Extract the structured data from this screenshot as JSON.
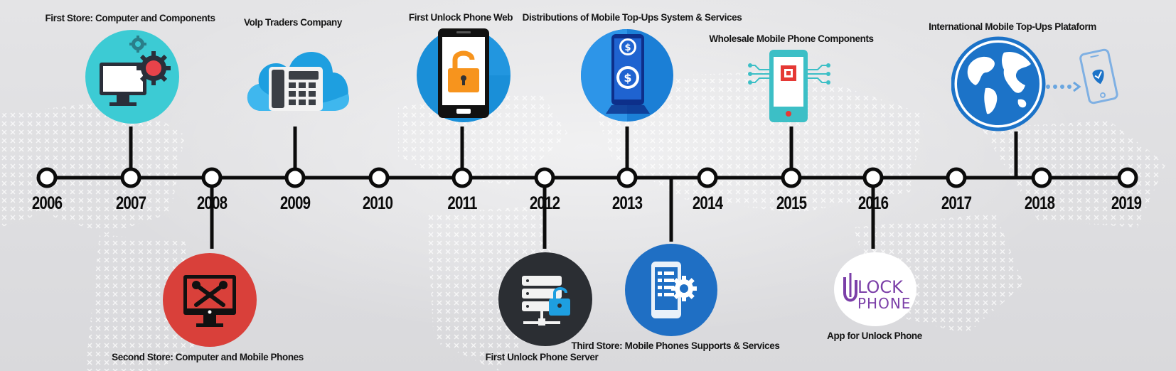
{
  "years": [
    "2006",
    "2007",
    "2008",
    "2009",
    "2010",
    "2011",
    "2012",
    "2013",
    "2014",
    "2015",
    "2016",
    "2017",
    "2018",
    "2019"
  ],
  "events": {
    "first_store": "First Store: Computer and Components",
    "second_store": "Second Store: Computer and Mobile Phones",
    "voip": "VoIp Traders Company",
    "unlock_web": "First Unlock Phone Web",
    "unlock_server": "First Unlock Phone Server",
    "topups": "Distributions of Mobile Top-Ups System & Services",
    "third_store": "Third Store: Mobile Phones Supports & Services",
    "wholesale": "Wholesale Mobile Phone Components",
    "app": "App for Unlock Phone",
    "international": "International Mobile Top-Ups Plataform"
  },
  "logo": {
    "top": "LOCK",
    "bottom": "PHONE"
  },
  "colors": {
    "line": "#0b0b0b",
    "teal": "#3cc4cf",
    "red": "#d9403a",
    "blue": "#1f88d6",
    "dark": "#2b2e33",
    "orange": "#f7941d"
  }
}
